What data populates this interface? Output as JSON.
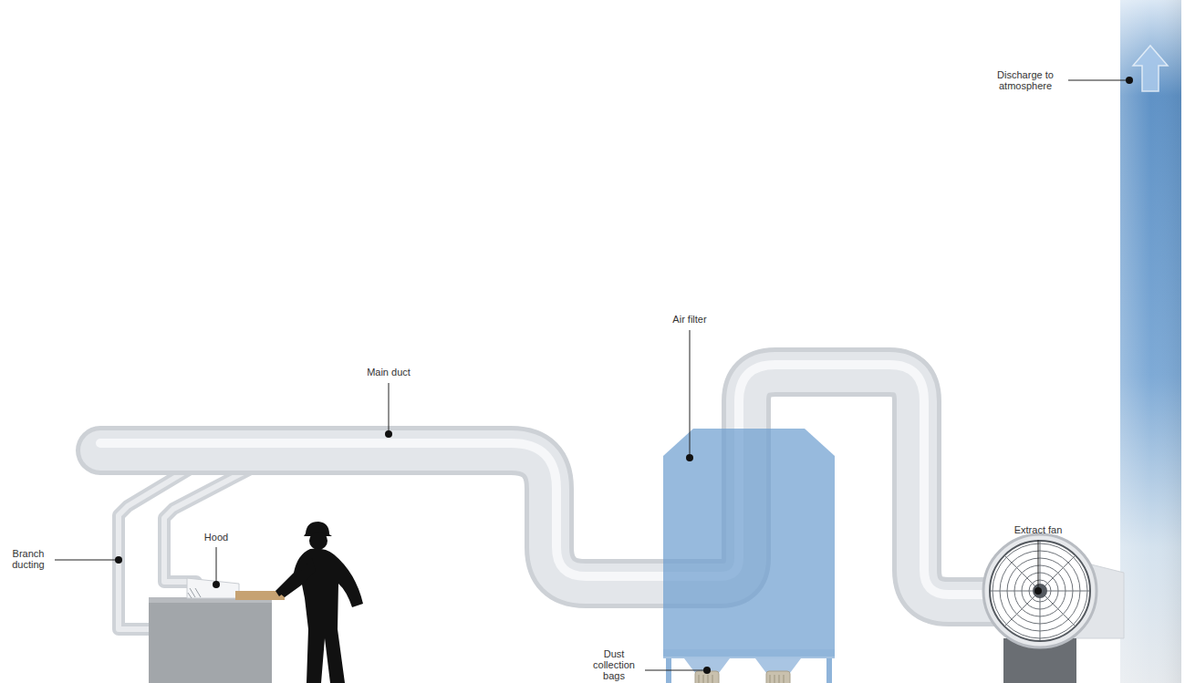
{
  "diagram": {
    "labels": [
      "Discharge to atmosphere",
      "Air filter",
      "Main duct",
      "Hood",
      "Branch ducting",
      "Extract fan",
      "Dust collection bags"
    ]
  }
}
